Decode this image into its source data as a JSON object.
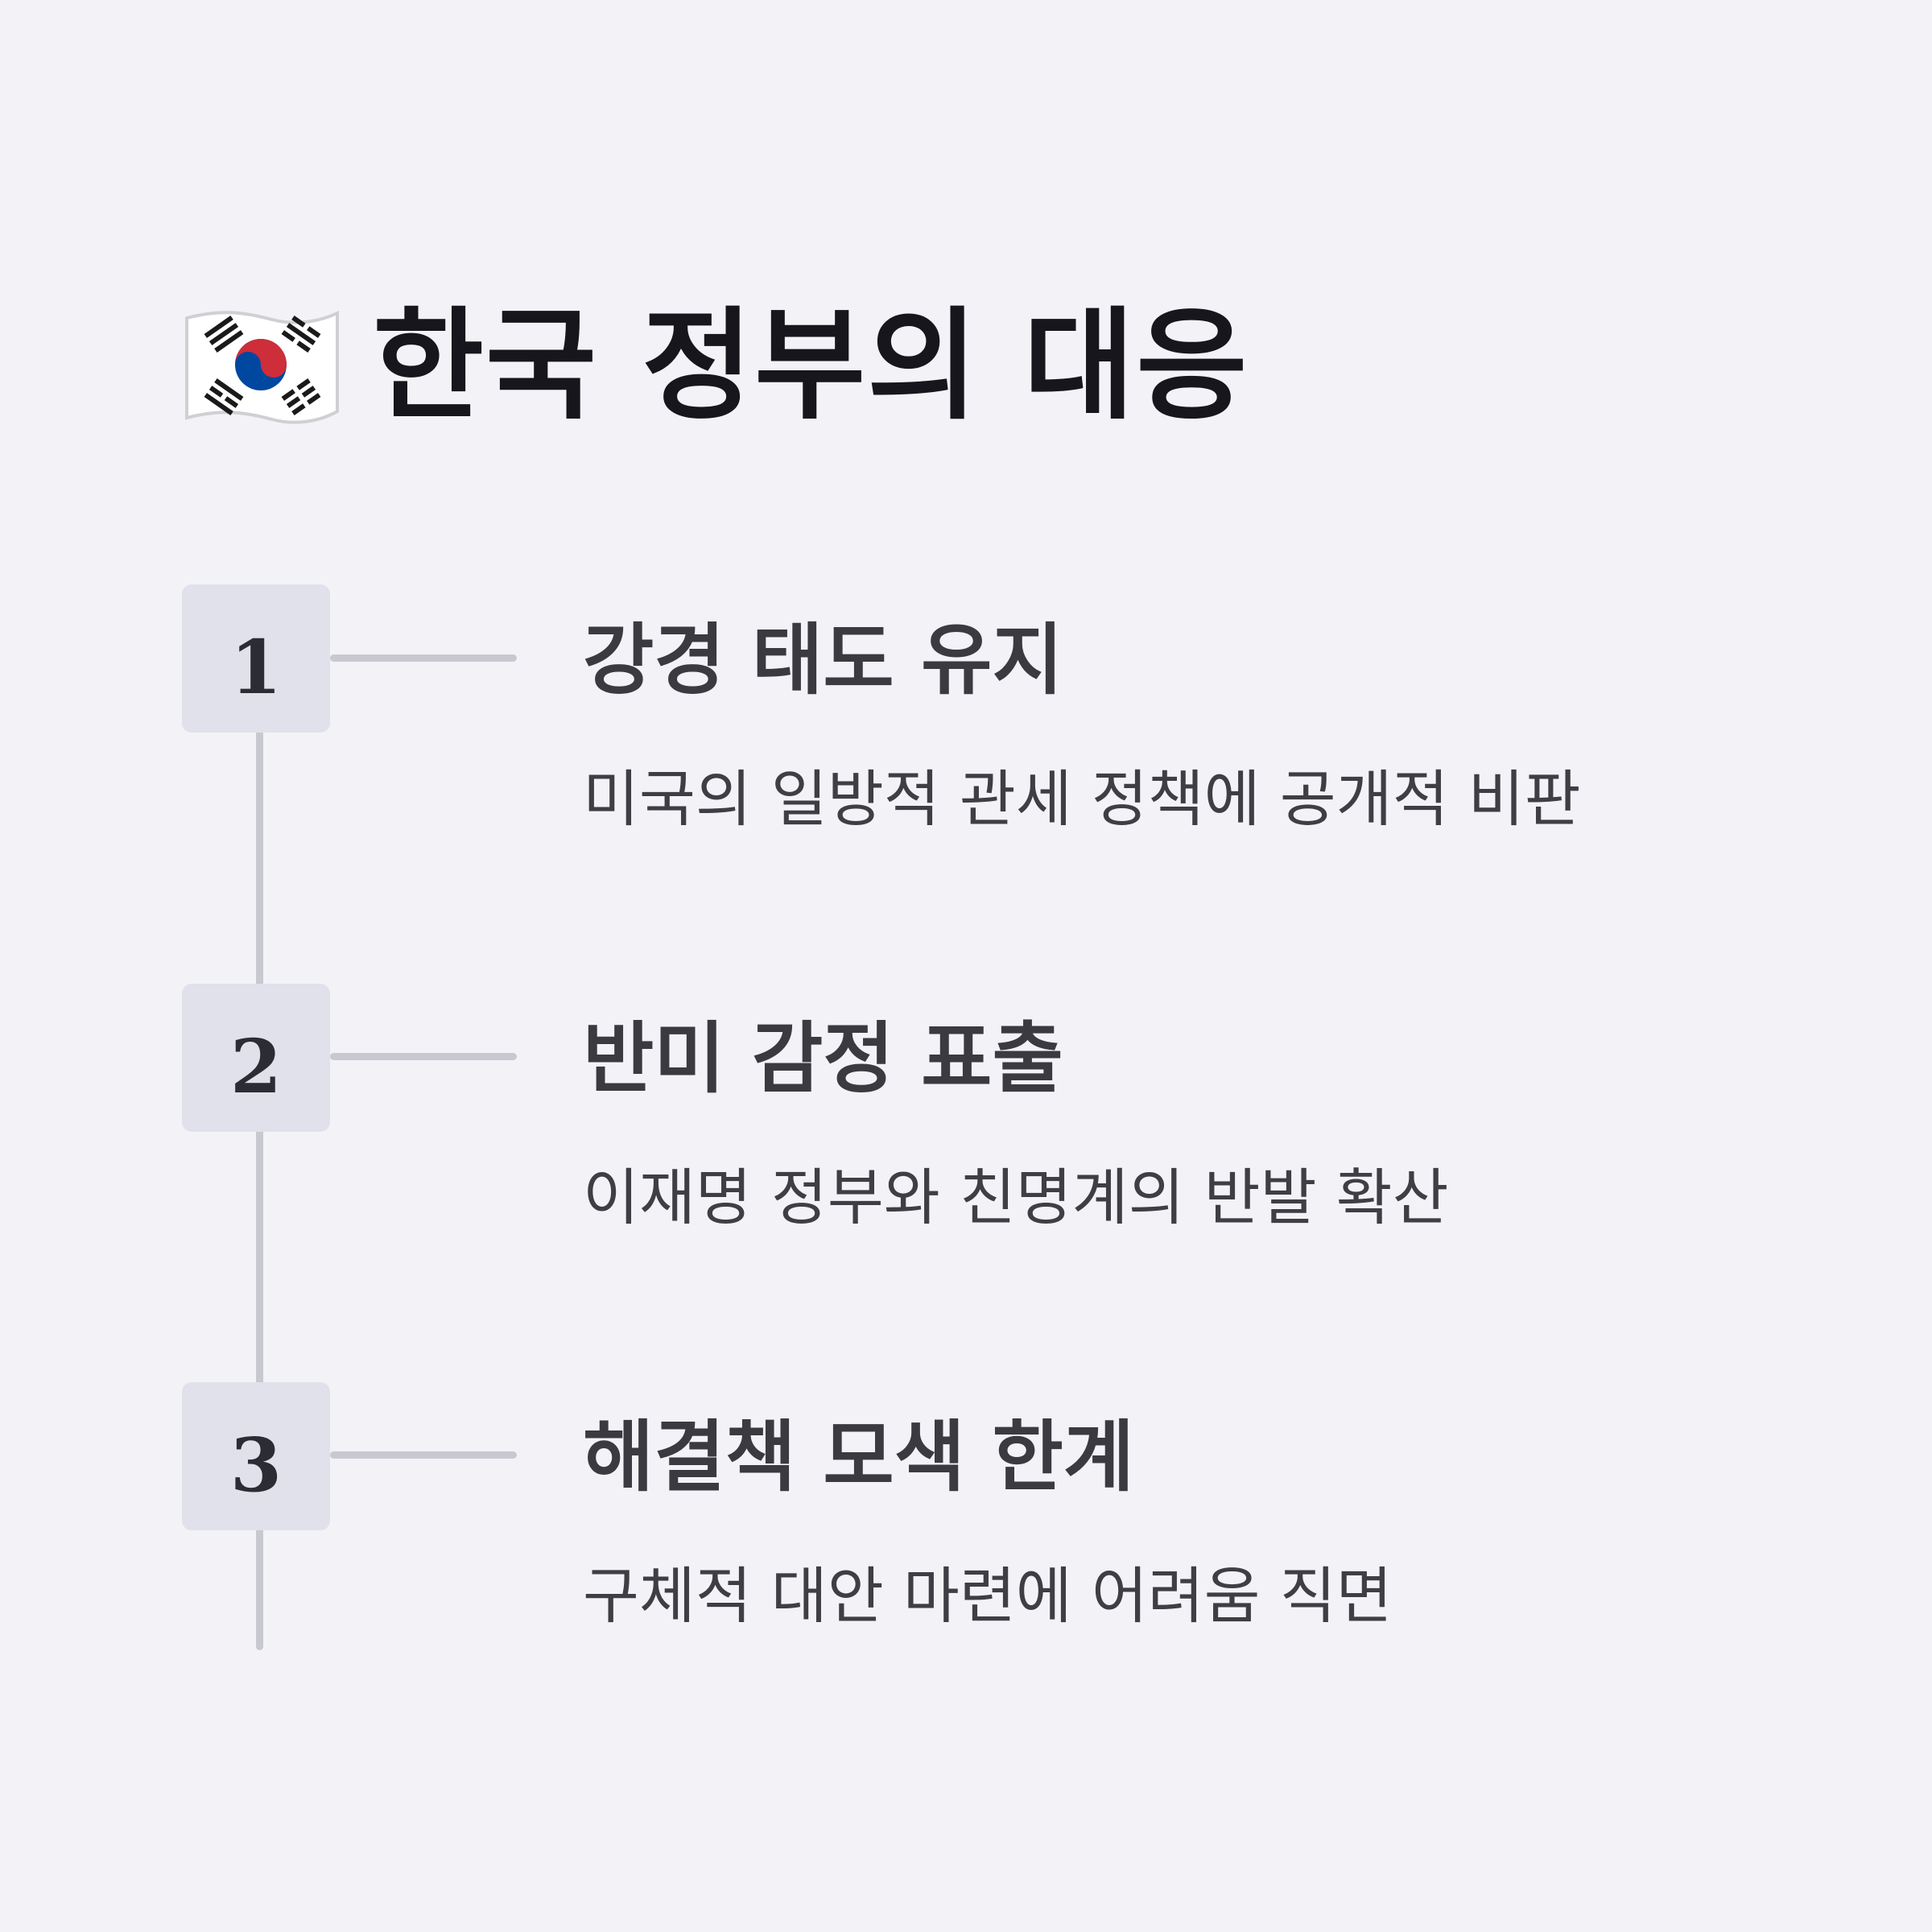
{
  "header": {
    "icon": "korea-flag-icon",
    "title": "한국 정부의 대응"
  },
  "steps": [
    {
      "number": "1",
      "title": "강경 태도 유지",
      "description": "미국의 일방적 관세 정책에 공개적 비판"
    },
    {
      "number": "2",
      "title": "반미 감정 표출",
      "description": "이재명 정부와 친명계의 반발 확산"
    },
    {
      "number": "3",
      "title": "해결책 모색 한계",
      "description": "구체적 대안 마련에 어려움 직면"
    }
  ],
  "colors": {
    "background": "#f3f3f7",
    "box": "#e1e1eb",
    "line": "#c8c8d0",
    "title": "#16161c",
    "text": "#3a3a40",
    "flag_red": "#cd2e3a",
    "flag_blue": "#0047a0"
  }
}
